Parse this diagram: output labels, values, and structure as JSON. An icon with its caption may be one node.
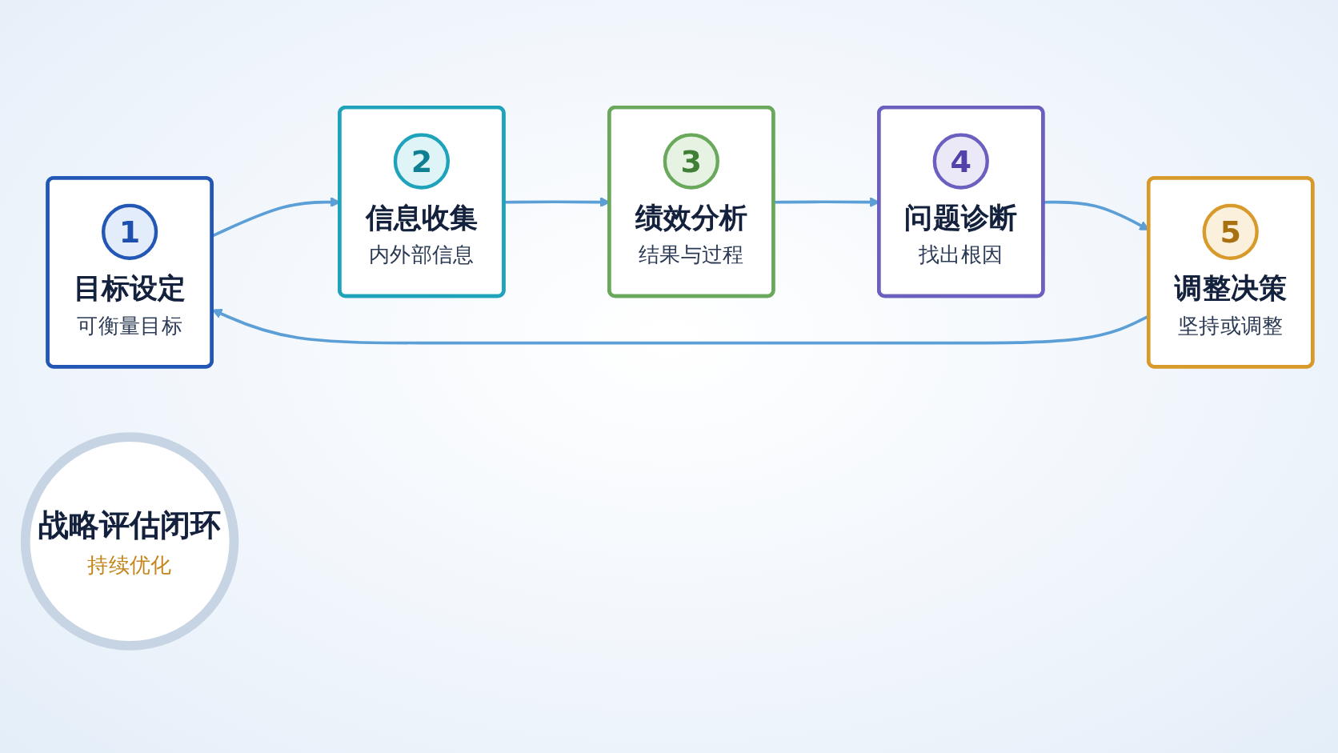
{
  "diagram": {
    "nodes": [
      {
        "text": [
          "1",
          "目标设定",
          "可衡量目标"
        ]
      },
      {
        "text": [
          "2",
          "信息收集",
          "内外部信息"
        ]
      },
      {
        "text": [
          "3",
          "绩效分析",
          "结果与过程"
        ]
      },
      {
        "text": [
          "4",
          "问题诊断",
          "找出根因"
        ]
      },
      {
        "text": [
          "5",
          "调整决策",
          "坚持或调整"
        ]
      },
      {
        "text": [
          "战略评估闭环",
          "持续优化"
        ]
      }
    ],
    "edges": [
      {
        "from": 0,
        "to": 1,
        "arrow": "to"
      },
      {
        "from": 1,
        "to": 2,
        "arrow": "to"
      },
      {
        "from": 2,
        "to": 3,
        "arrow": "to"
      },
      {
        "from": 3,
        "to": 4,
        "arrow": "to"
      },
      {
        "from": 4,
        "to": 0,
        "arrow": "to"
      }
    ]
  }
}
